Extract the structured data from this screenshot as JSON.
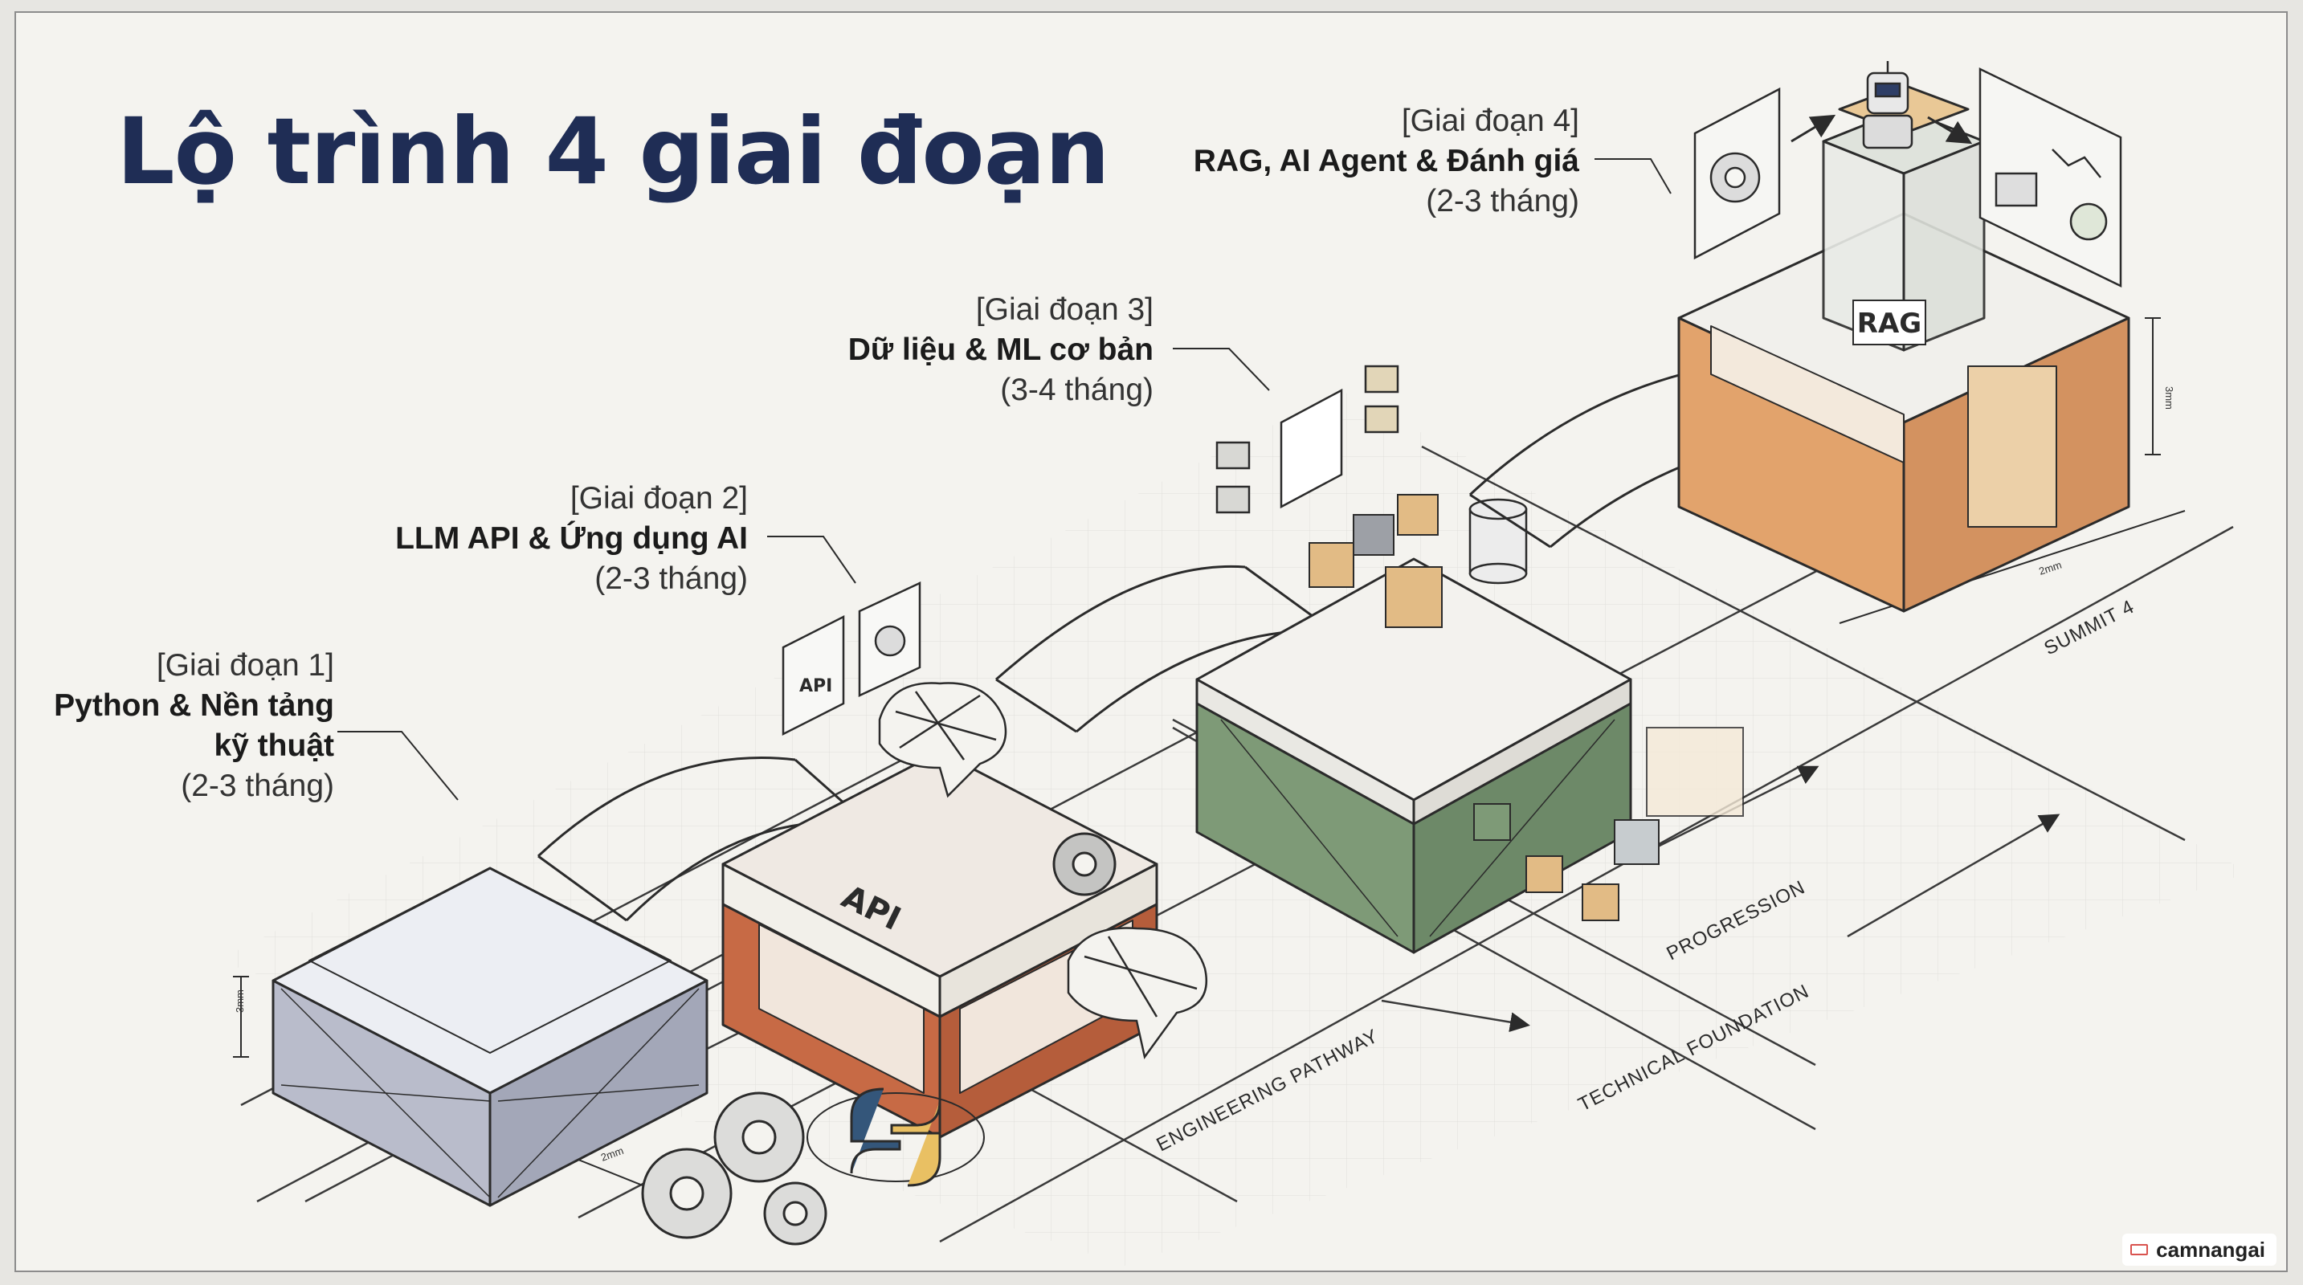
{
  "title": "Lộ trình 4 giai đoạn",
  "stages": [
    {
      "phase": "[Giai đoạn 1]",
      "name_line1": "Python & Nền tảng",
      "name_line2": "kỹ thuật",
      "duration": "(2-3 tháng)",
      "color": "#b9bccb"
    },
    {
      "phase": "[Giai đoạn 2]",
      "name_line1": "LLM API & Ứng dụng AI",
      "duration": "(2-3 tháng)",
      "color": "#c76a45",
      "block_label": "API",
      "icon_label": "API"
    },
    {
      "phase": "[Giai đoạn 3]",
      "name_line1": "Dữ liệu & ML cơ bản",
      "duration": "(3-4 tháng)",
      "color": "#7e9a77"
    },
    {
      "phase": "[Giai đoạn 4]",
      "name_line1": "RAG, AI Agent & Đánh giá",
      "duration": "(2-3 tháng)",
      "color": "#e2a36c",
      "block_label": "RAG"
    }
  ],
  "floor_labels": {
    "engineering": "ENGINEERING PATHWAY",
    "technical": "TECHNICAL FOUNDATION",
    "progression": "PROGRESSION",
    "summit": "SUMMIT 4"
  },
  "dimensions": {
    "a": "3mm",
    "b": "2mm",
    "c": "3mm",
    "d": "2mm"
  },
  "watermark": "camnangai",
  "colors": {
    "ink": "#1f2d55",
    "line": "#2b2b2b",
    "paper": "#f4f3ef"
  }
}
